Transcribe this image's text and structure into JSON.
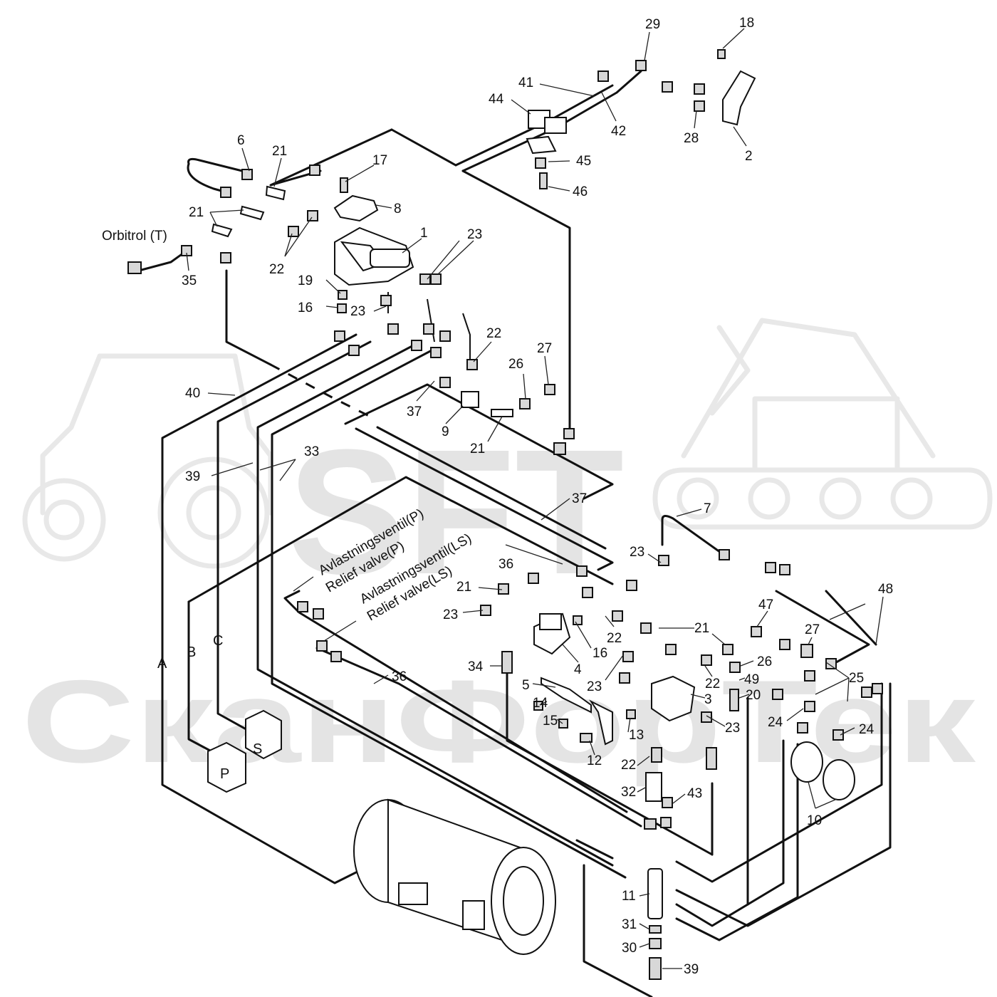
{
  "watermark": {
    "line1": "SFT",
    "line2": "СканФорТек"
  },
  "notes": {
    "orbitrol": "Orbitrol (T)",
    "relief_p_no": "Avlastningsventil(P)",
    "relief_p_en": "Relief valve(P)",
    "relief_ls_no": "Avlastningsventil(LS)",
    "relief_ls_en": "Relief valve(LS)"
  },
  "ports": {
    "a": "A",
    "b": "B",
    "c": "C",
    "p": "P",
    "s": "S"
  },
  "callouts": [
    "29",
    "18",
    "41",
    "44",
    "42",
    "28",
    "2",
    "6",
    "21",
    "17",
    "45",
    "46",
    "8",
    "21",
    "1",
    "23",
    "22",
    "35",
    "19",
    "16",
    "23",
    "22",
    "27",
    "26",
    "40",
    "37",
    "9",
    "21",
    "39",
    "33",
    "37",
    "7",
    "36",
    "23",
    "21",
    "23",
    "22",
    "16",
    "21",
    "47",
    "48",
    "27",
    "34",
    "4",
    "26",
    "22",
    "5",
    "23",
    "49",
    "3",
    "20",
    "25",
    "14",
    "15",
    "13",
    "23",
    "24",
    "24",
    "36",
    "12",
    "22",
    "32",
    "43",
    "10",
    "11",
    "31",
    "30",
    "39"
  ]
}
